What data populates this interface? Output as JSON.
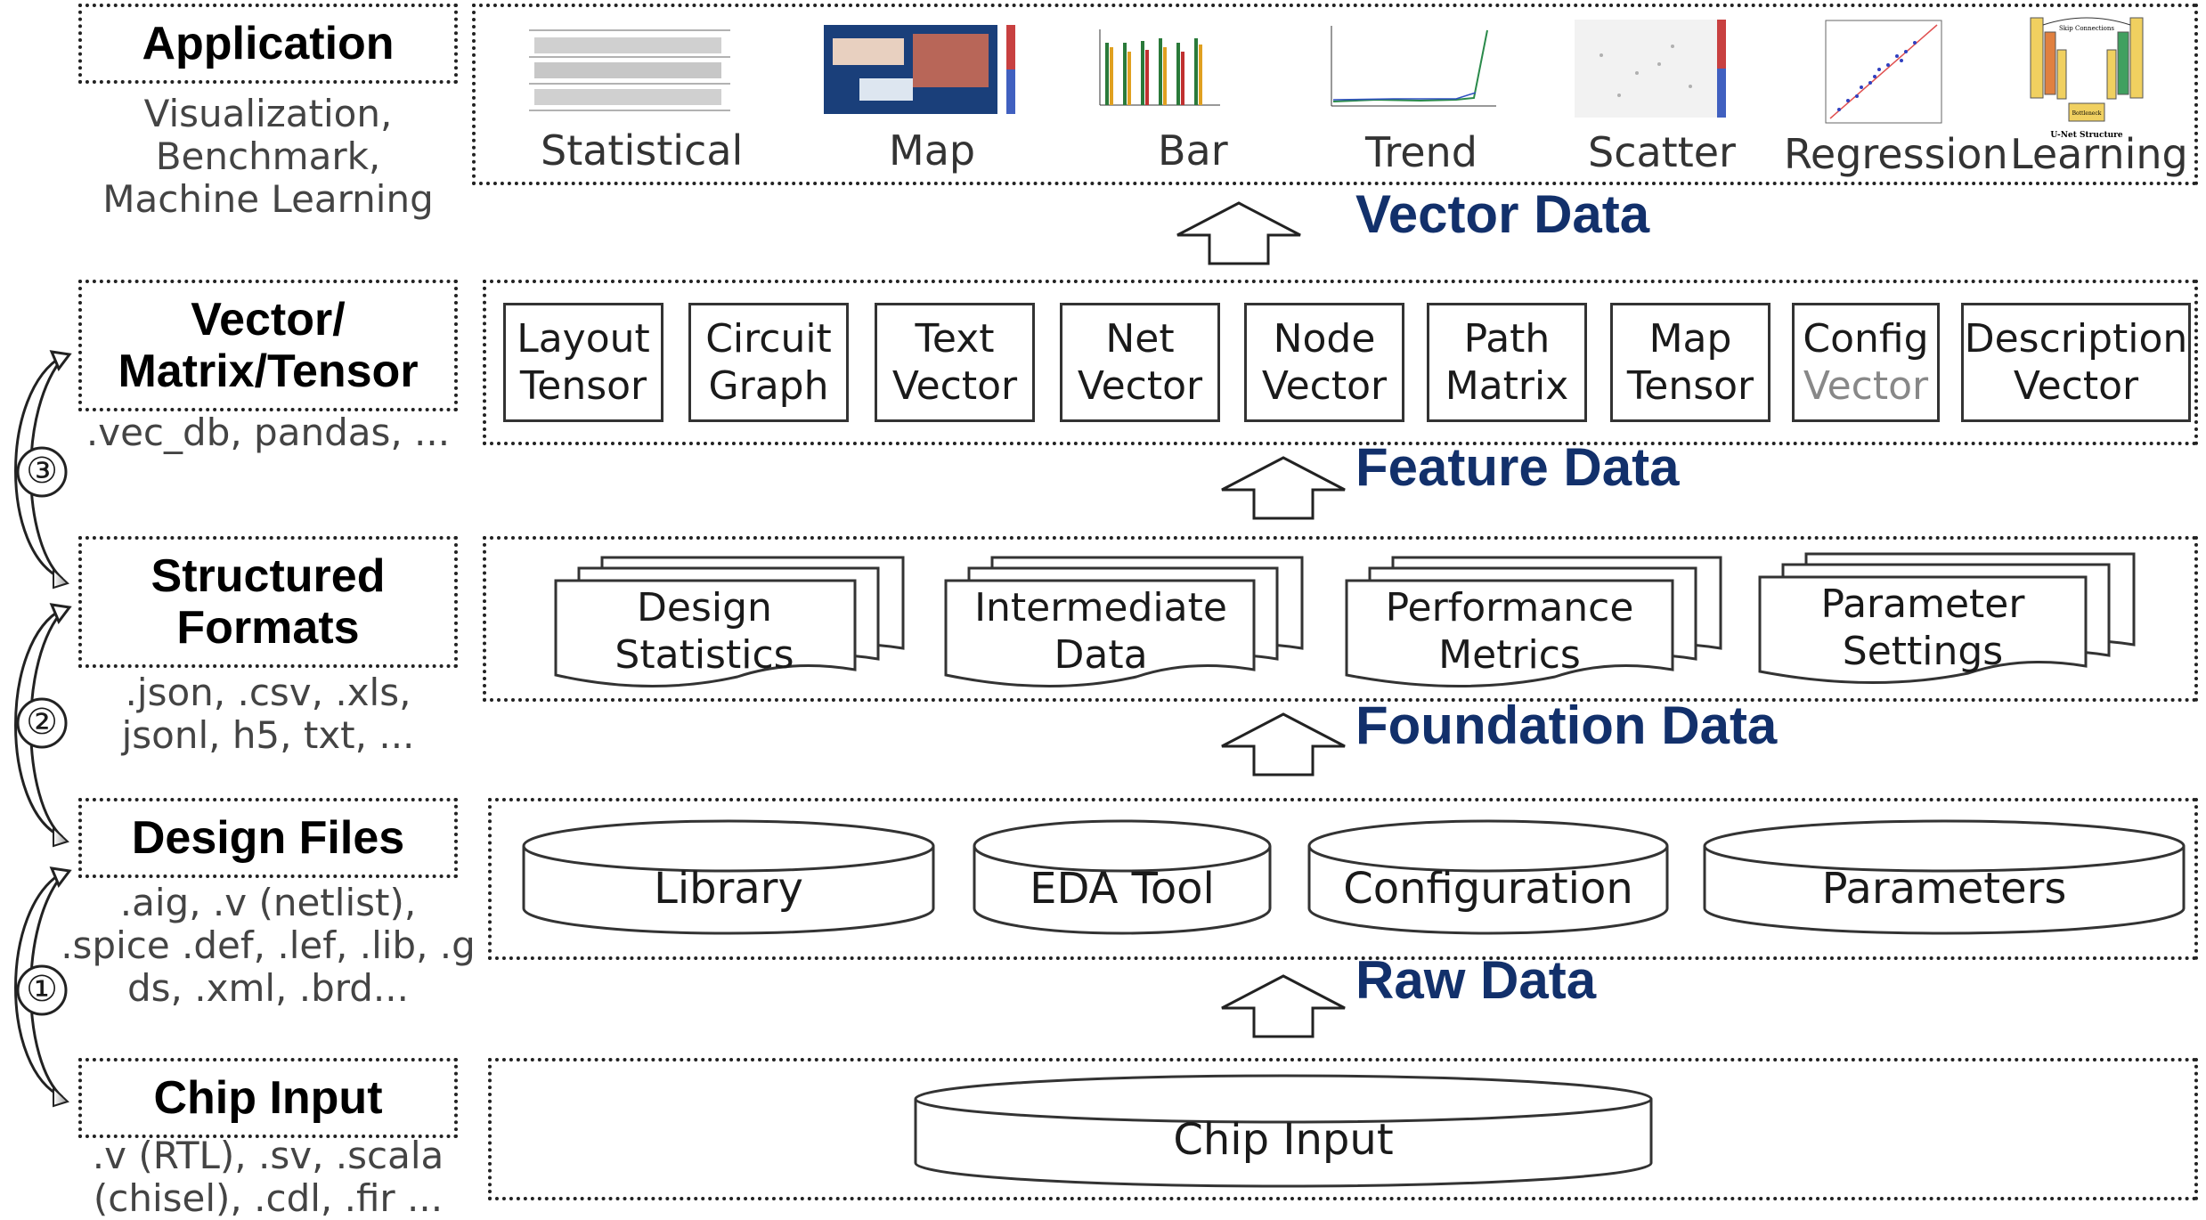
{
  "left_column": {
    "application": {
      "title": "Application",
      "subtitle": [
        "Visualization,",
        "Benchmark,",
        "Machine Learning"
      ]
    },
    "vector": {
      "title": [
        "Vector/",
        "Matrix/Tensor"
      ],
      "subtitle": [
        ".vec_db,  pandas, ..."
      ]
    },
    "structured": {
      "title": [
        "Structured",
        "Formats"
      ],
      "subtitle": [
        ".json, .csv, .xls,",
        "jsonl, h5, txt, ..."
      ]
    },
    "design": {
      "title": "Design Files",
      "subtitle": [
        ".aig, .v (netlist),",
        ".spice .def, .lef, .lib, .g",
        "ds, .xml, .brd..."
      ]
    },
    "chip": {
      "title": "Chip Input",
      "subtitle": [
        ".v (RTL), .sv, .scala",
        "(chisel),  .cdl, .fir ..."
      ]
    },
    "steps": [
      "③",
      "②",
      "①"
    ]
  },
  "layer_titles": {
    "vector": "Vector Data",
    "feature": "Feature Data",
    "foundation": "Foundation Data",
    "raw": "Raw Data"
  },
  "applications": [
    "Statistical",
    "Map",
    "Bar",
    "Trend",
    "Scatter",
    "Regression",
    "Learning"
  ],
  "application_thumb_text": {
    "unet_caption": "U-Net Structure",
    "skip": "Skip Connections",
    "bottleneck": "Bottleneck"
  },
  "features": [
    {
      "line1": "Layout",
      "line2": "Tensor"
    },
    {
      "line1": "Circuit",
      "line2": "Graph"
    },
    {
      "line1": "Text",
      "line2": "Vector"
    },
    {
      "line1": "Net",
      "line2": "Vector"
    },
    {
      "line1": "Node",
      "line2": "Vector"
    },
    {
      "line1": "Path",
      "line2": "Matrix"
    },
    {
      "line1": "Map",
      "line2": "Tensor"
    },
    {
      "line1": "Config",
      "line2": "Vector"
    },
    {
      "line1": "Description",
      "line2": "Vector"
    }
  ],
  "foundation": [
    {
      "line1": "Design",
      "line2": "Statistics"
    },
    {
      "line1": "Intermediate",
      "line2": "Data"
    },
    {
      "line1": "Performance",
      "line2": "Metrics"
    },
    {
      "line1": "Parameter",
      "line2": "Settings"
    }
  ],
  "raw": [
    "Library",
    "EDA Tool",
    "Configuration",
    "Parameters"
  ],
  "chip_input": "Chip Input",
  "colors": {
    "title_blue": "#12306b",
    "grey_text": "#888888"
  }
}
